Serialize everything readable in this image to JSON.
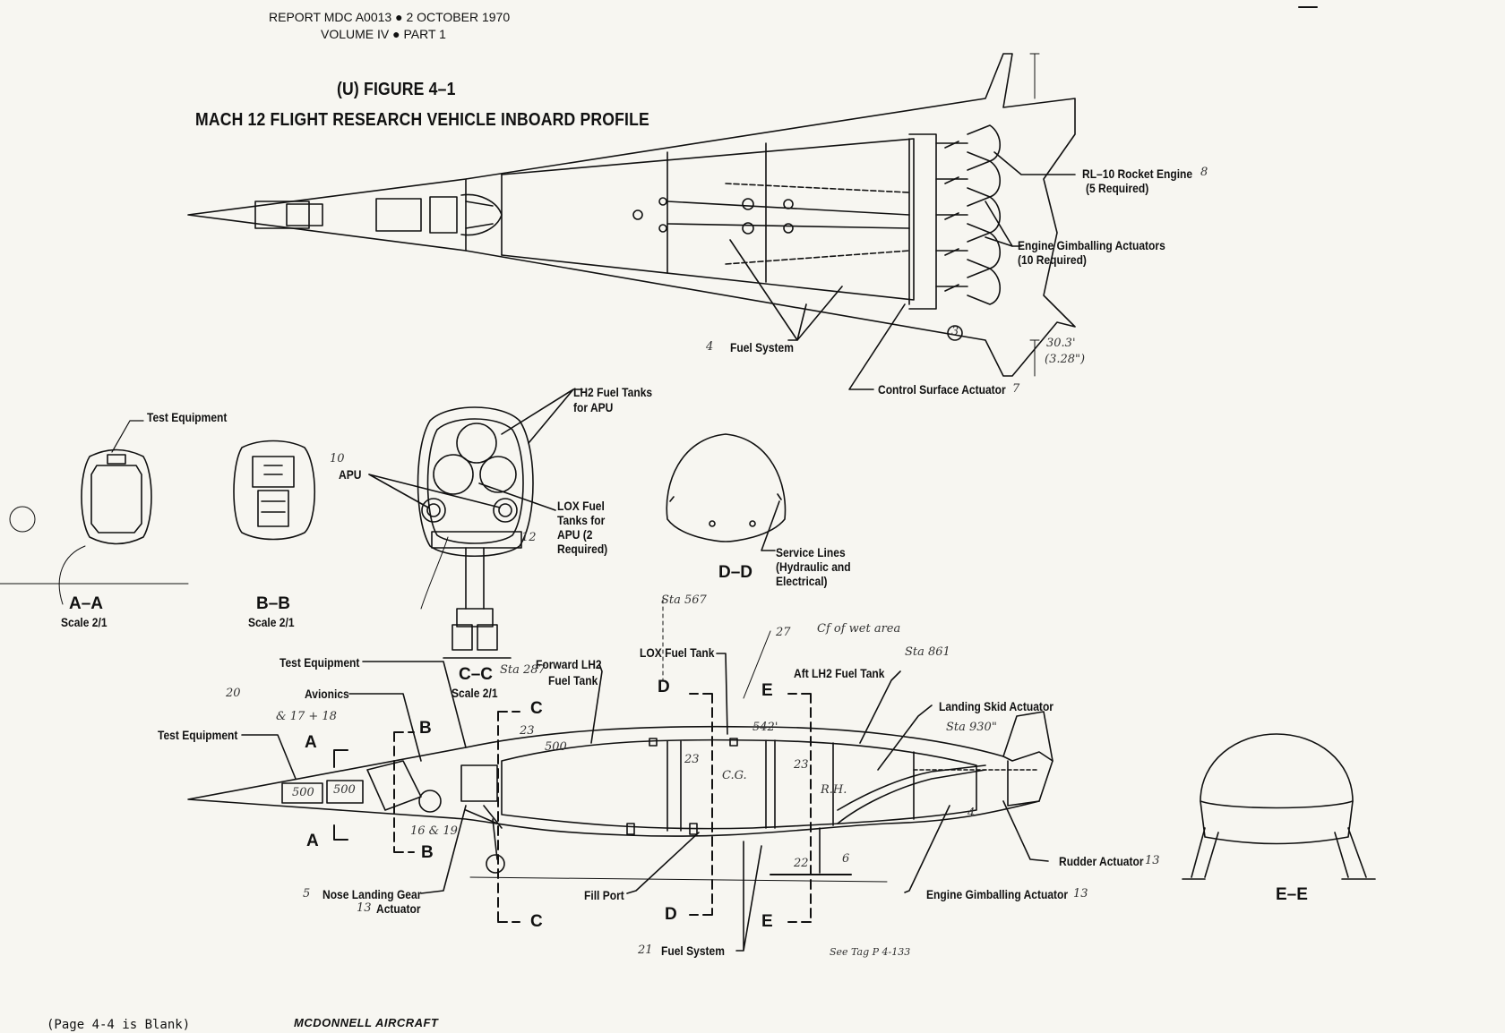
{
  "header": {
    "report_line": "REPORT MDC A0013 ● 2 OCTOBER 1970",
    "volume_line": "VOLUME IV ● PART 1"
  },
  "figure": {
    "number": "(U)  FIGURE 4–1",
    "title": "MACH 12 FLIGHT RESEARCH VEHICLE INBOARD PROFILE"
  },
  "plan_view_labels": {
    "rl10": "RL–10 Rocket Engine",
    "rl10_qty": "(5 Required)",
    "rl10_circle": "8",
    "gimbal": "Engine Gimballing Actuators",
    "gimbal_qty": "(10 Required)",
    "fuel_system": "Fuel System",
    "fuel_system_circle": "4",
    "control_surface": "Control Surface Actuator",
    "control_surface_circle": "7",
    "circle_3": "3",
    "dim_1": "30.3'",
    "dim_2": "(3.28\")"
  },
  "sections": {
    "aa": {
      "name": "A–A",
      "scale": "Scale 2/1",
      "label": "Test Equipment"
    },
    "bb": {
      "name": "B–B",
      "scale": "Scale 2/1",
      "circle": "10"
    },
    "cc": {
      "name": "C–C",
      "scale": "Scale 2/1",
      "apu": "APU",
      "lh2": "LH2 Fuel Tanks",
      "lh2_2": "for APU",
      "lox": "LOX Fuel",
      "lox_2": "Tanks for",
      "lox_3": "APU (2",
      "lox_4": "Required)",
      "circle": "12"
    },
    "dd": {
      "name": "D–D",
      "service": "Service Lines",
      "service_2": "(Hydraulic and",
      "service_3": "Electrical)"
    },
    "ee": {
      "name": "E–E"
    }
  },
  "side_view_labels": {
    "test_equipment_top": "Test Equipment",
    "avionics": "Avionics",
    "test_equipment_left": "Test Equipment",
    "forward_lh2": "Forward LH2",
    "forward_lh2_2": "Fuel Tank",
    "lox_tank": "LOX Fuel Tank",
    "aft_lh2": "Aft LH2 Fuel Tank",
    "landing_skid": "Landing Skid Actuator",
    "rudder": "Rudder Actuator",
    "rudder_circle": "13",
    "engine_gimbal": "Engine Gimballing Actuator",
    "engine_gimbal_circle": "13",
    "nose_gear": "Nose Landing Gear",
    "nose_gear_2": "Actuator",
    "nose_circle_5": "5",
    "nose_circle_13": "13",
    "fill_port": "Fill Port",
    "fuel_system": "Fuel System",
    "fuel_system_circle": "21",
    "cut_A": "A",
    "cut_B": "B",
    "cut_C": "C",
    "cut_D": "D",
    "cut_E": "E"
  },
  "annotations": {
    "note_cg": "Cf of wet area",
    "note_circle_27": "27",
    "note_circle_20": "20",
    "note_17_18": "& 17 + 18",
    "note_500a": "500",
    "note_500b": "500",
    "note_500c": "500",
    "note_542": "542'",
    "note_cg2": "C.G.",
    "note_sta": "Sta 567",
    "note_sta2": "Sta 930\"",
    "note_sta3": "Sta 861",
    "note_sta4": "Sta 287",
    "note_1619": "16 & 19",
    "note_23a": "23",
    "note_23b": "23",
    "note_23c": "23",
    "note_22": "22",
    "note_6": "6",
    "note_4": "4",
    "note_rh": "R.H.",
    "note_page": "See Tag P 4-133"
  },
  "footer": {
    "page_note": "(Page 4-4 is Blank)",
    "company": "MCDONNELL AIRCRAFT"
  }
}
